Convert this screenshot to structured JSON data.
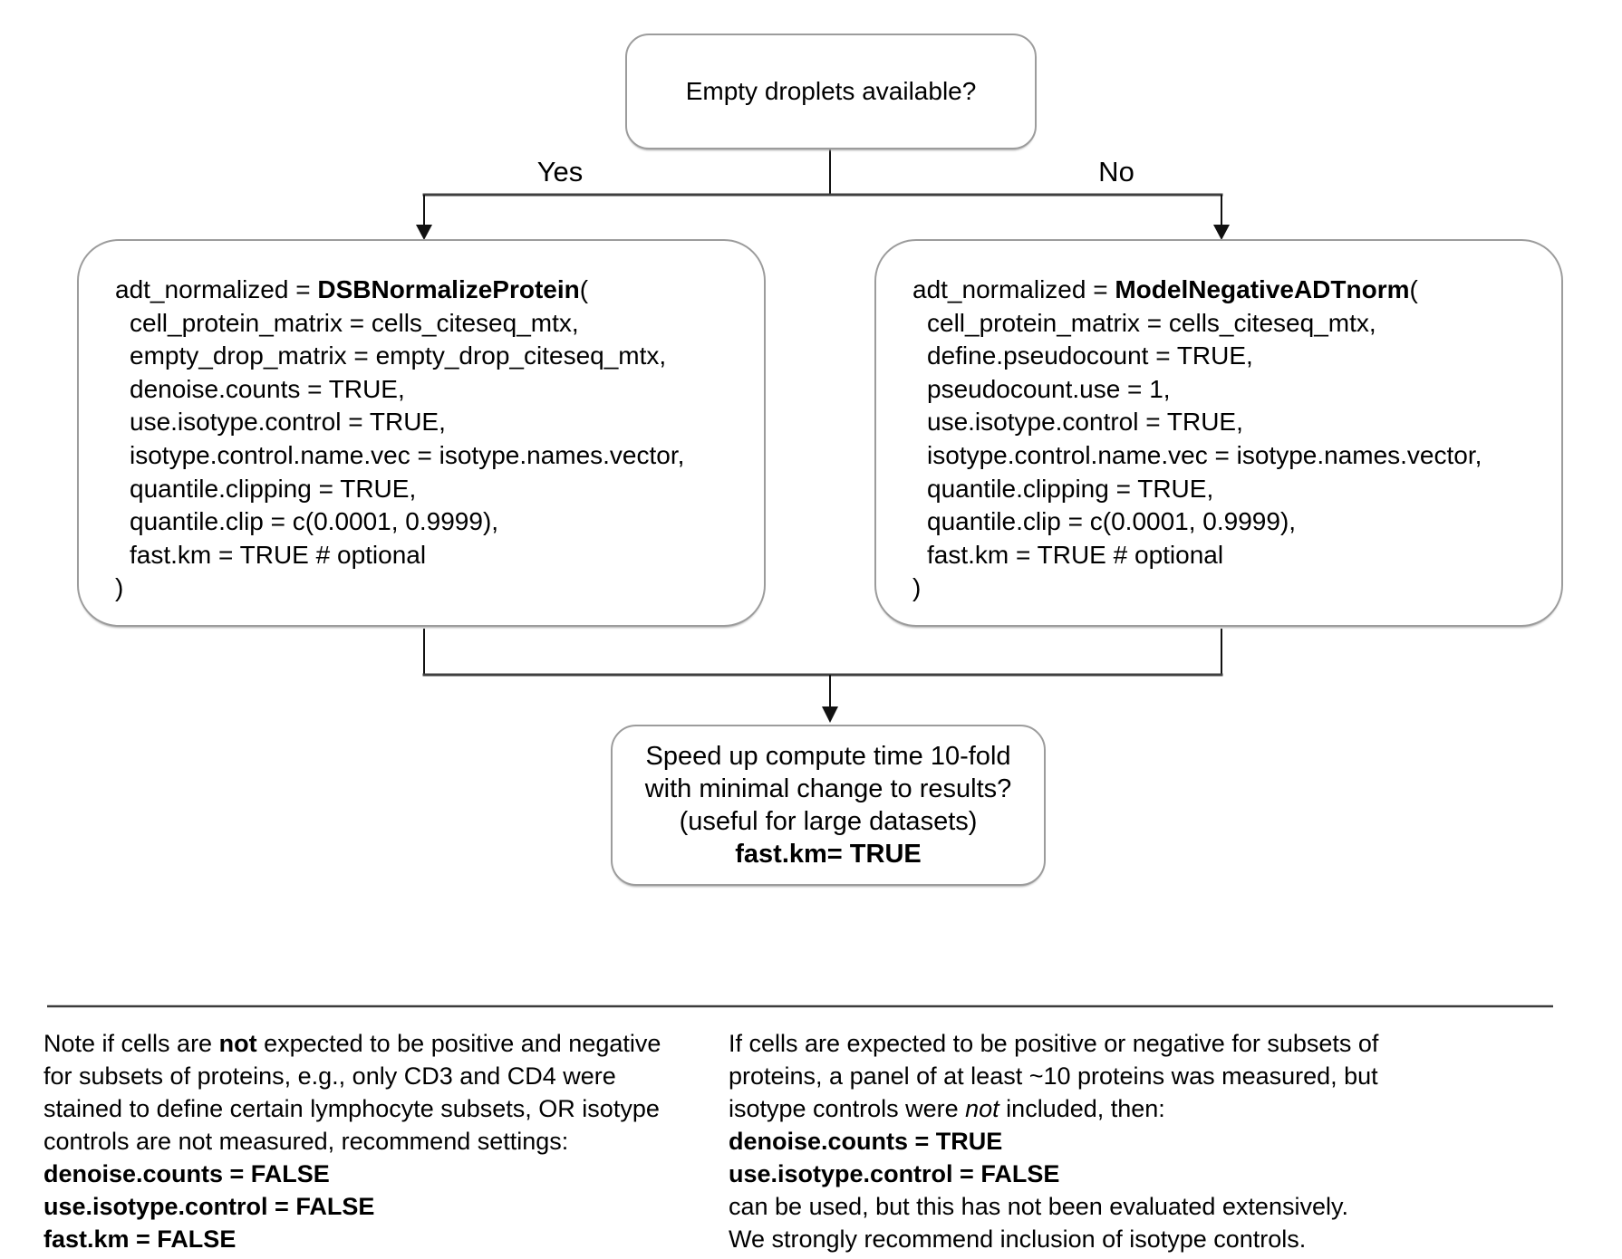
{
  "diagram": {
    "question_box": {
      "text": "Empty droplets available?"
    },
    "branch_labels": {
      "yes": "Yes",
      "no": "No"
    },
    "yes_box": {
      "assign": "adt_normalized = ",
      "function": "DSBNormalizeProtein",
      "open_paren": "(",
      "args": [
        "cell_protein_matrix = cells_citeseq_mtx,",
        "empty_drop_matrix = empty_drop_citeseq_mtx,",
        "denoise.counts = TRUE,",
        "use.isotype.control = TRUE,",
        "isotype.control.name.vec = isotype.names.vector,",
        "quantile.clipping = TRUE,",
        "quantile.clip = c(0.0001, 0.9999),",
        "fast.km = TRUE # optional"
      ],
      "close_paren": ")"
    },
    "no_box": {
      "assign": "adt_normalized = ",
      "function": "ModelNegativeADTnorm",
      "open_paren": "(",
      "args": [
        "cell_protein_matrix = cells_citeseq_mtx,",
        "define.pseudocount = TRUE,",
        "pseudocount.use = 1,",
        "use.isotype.control = TRUE,",
        "isotype.control.name.vec = isotype.names.vector,",
        "quantile.clipping = TRUE,",
        "quantile.clip = c(0.0001, 0.9999),",
        "fast.km = TRUE # optional"
      ],
      "close_paren": ")"
    },
    "speed_box": {
      "line1": "Speed up compute time 10-fold",
      "line2": "with minimal change to results?",
      "line3": "(useful for large datasets)",
      "line4_bold": "fast.km= TRUE"
    }
  },
  "notes": {
    "left": {
      "l1a": "Note if cells are ",
      "l1b_bold": "not",
      "l1c": " expected to be positive and negative",
      "l2": "for subsets of proteins, e.g., only CD3 and CD4 were",
      "l3": "stained to define certain lymphocyte subsets, OR isotype",
      "l4": "controls are not measured, recommend settings:",
      "l5_bold": "denoise.counts = FALSE",
      "l6_bold": "use.isotype.control = FALSE",
      "l7_bold": "fast.km = FALSE"
    },
    "right": {
      "l1": "If cells are expected to be positive or negative for subsets of",
      "l2": "proteins, a panel of at least ~10 proteins was measured, but",
      "l3a": "isotype controls were ",
      "l3b_italic": "not",
      "l3c": " included, then:",
      "l4_bold": "denoise.counts = TRUE",
      "l5_bold": "use.isotype.control = FALSE",
      "l6": "can be used, but this has not been evaluated extensively.",
      "l7": "We strongly recommend inclusion of isotype controls."
    }
  },
  "colors": {
    "background": "#ffffff",
    "box_border": "#9c9c9c",
    "connector_line": "#111111",
    "branch_line": "#3f3f3f",
    "divider_line": "#3c3c3c",
    "text": "#000000"
  }
}
